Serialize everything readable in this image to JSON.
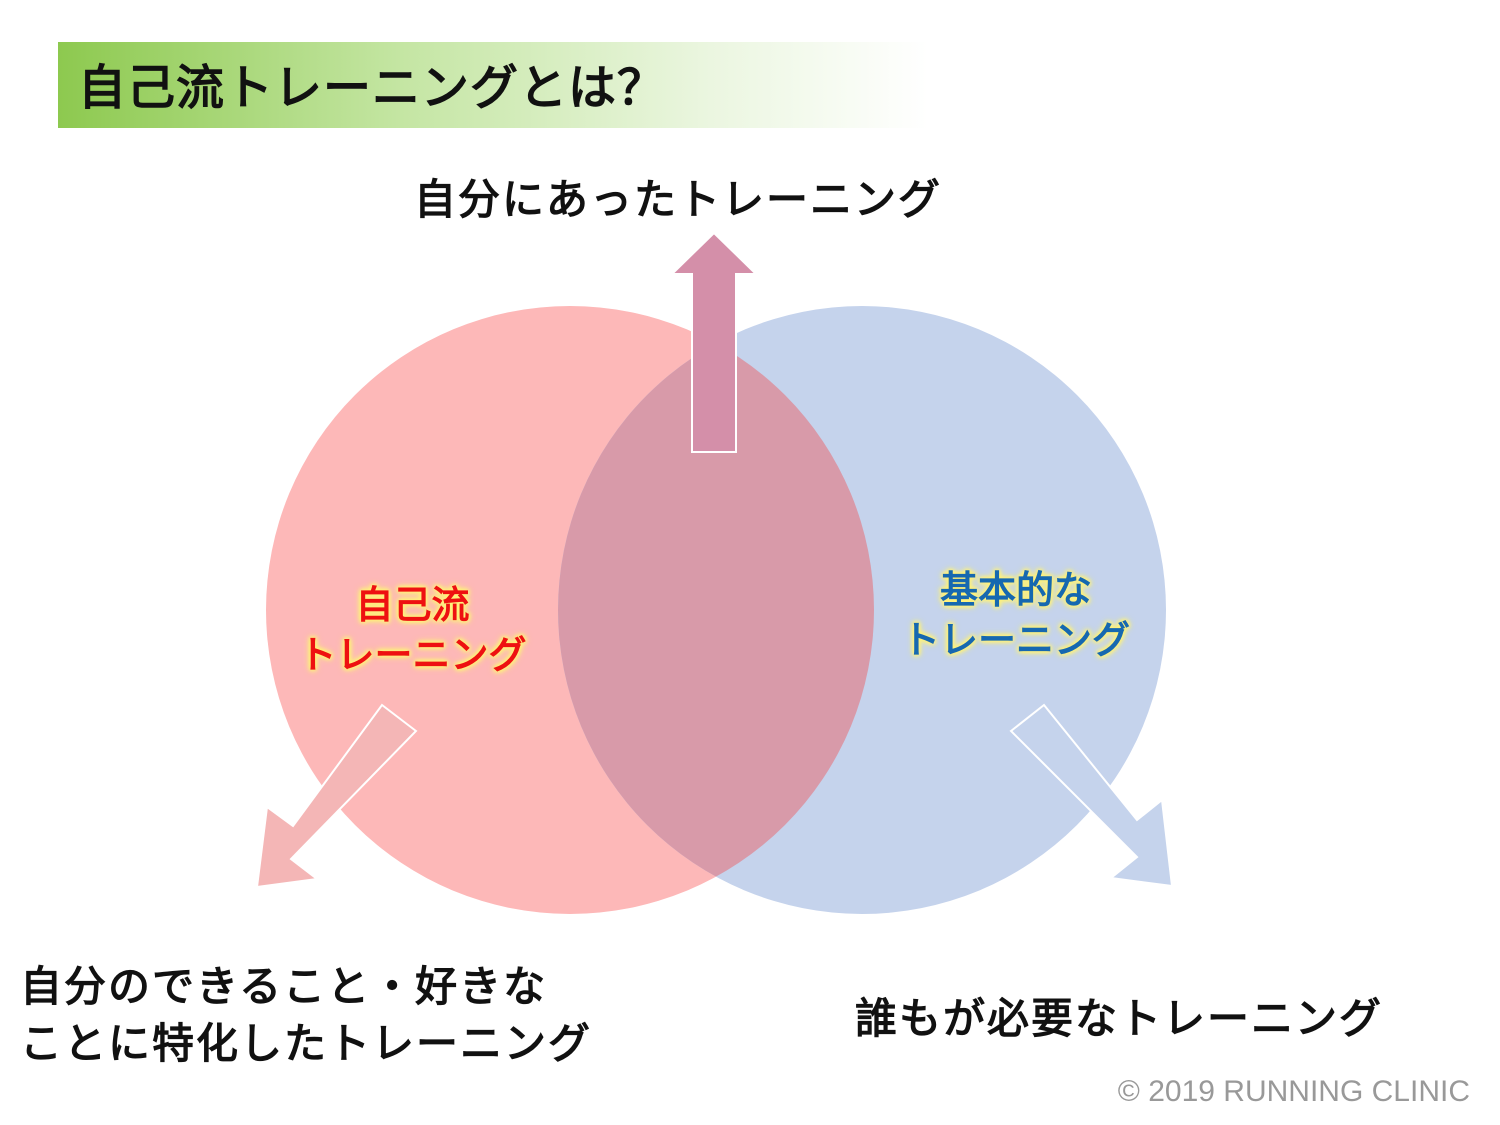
{
  "title": "自己流トレーニングとは？",
  "diagram": {
    "top_caption": "自分にあったトレーニング",
    "left_circle": {
      "label_line1": "自己流",
      "label_line2": "トレーニング",
      "color": "#fdb8b8",
      "label_color": "#ee1111"
    },
    "right_circle": {
      "label_line1": "基本的な",
      "label_line2": "トレーニング",
      "color": "#c5d3ec",
      "label_color": "#1668b0"
    },
    "bottom_left_caption_line1": "自分のできること・好きな",
    "bottom_left_caption_line2": "ことに特化したトレーニング",
    "bottom_right_caption": "誰もが必要なトレーニング",
    "overlap_color": "#d89aa9",
    "up_arrow_color": "#d48fa9"
  },
  "copyright": "© 2019 RUNNING CLINIC"
}
